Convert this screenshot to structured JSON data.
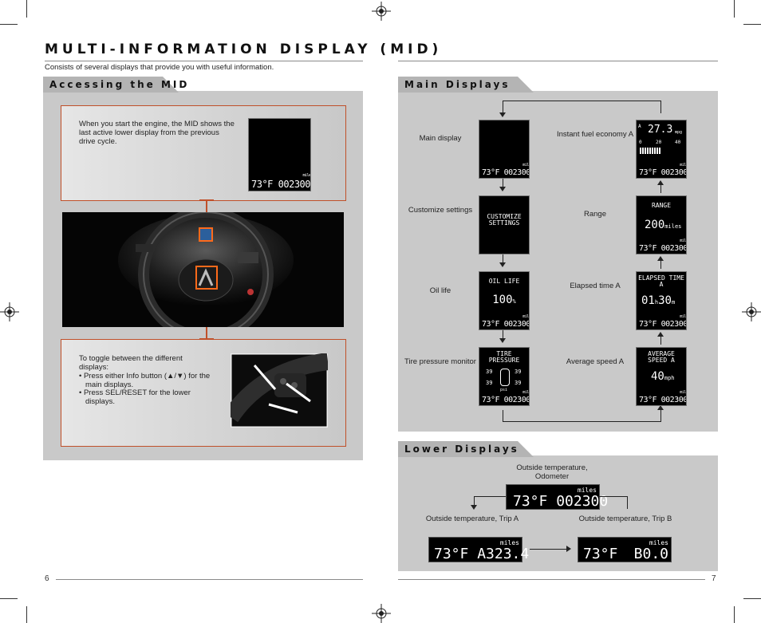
{
  "left": {
    "title": "MULTI-INFORMATION DISPLAY (MID)",
    "subtitle": "Consists of several displays that provide you with useful information.",
    "tab": "Accessing the MID",
    "box1_text": "When you start the engine, the MID shows the last active lower display from the previous drive cycle.",
    "box2_intro": "To toggle between the different displays:",
    "box2_bullets": [
      "• Press either Info button (▲/▼) for the main displays.",
      "• Press SEL/RESET for the lower displays."
    ],
    "screen": {
      "temp": "73°F",
      "odo": "002300",
      "unit": "miles"
    },
    "page_number": "6"
  },
  "right": {
    "main_tab": "Main Displays",
    "lower_tab": "Lower Displays",
    "labels": {
      "main": "Main display",
      "custom": "Customize settings",
      "oil": "Oil life",
      "tire": "Tire pressure monitor",
      "fuel": "Instant fuel economy A",
      "range": "Range",
      "elapsed": "Elapsed time A",
      "avg": "Average speed A"
    },
    "screens": {
      "custom": "CUSTOMIZE SETTINGS",
      "oil_title": "OIL LIFE",
      "oil_value": "100",
      "oil_unit": "%",
      "tire_title": "TIRE PRESSURE",
      "tire_psi": "39",
      "tire_unit": "psi",
      "fuel_a": "A",
      "fuel_value": "27.3",
      "fuel_unit": "mpg",
      "fuel_scale": [
        "0",
        "20",
        "40"
      ],
      "range_title": "RANGE",
      "range_value": "200",
      "range_unit": "miles",
      "elapsed_title": "ELAPSED TIME A",
      "elapsed_h": "01",
      "elapsed_m": "30",
      "elapsed_hu": "h",
      "elapsed_mu": "m",
      "avg_title": "AVERAGE SPEED A",
      "avg_value": "40",
      "avg_unit": "mph",
      "foot_temp": "73°F",
      "foot_odo": "002300",
      "foot_unit": "miles"
    },
    "lower": {
      "top_label": "Outside temperature, Odometer",
      "left_label": "Outside temperature, Trip A",
      "right_label": "Outside temperature, Trip B",
      "temp": "73°F",
      "odo": "002300",
      "trip_a": "A323.4",
      "trip_b": "B0.0",
      "unit": "miles"
    },
    "page_number": "7"
  },
  "colors": {
    "accent": "#c0502a",
    "panel": "#c9c9c9",
    "tab": "#b4b4b4"
  }
}
